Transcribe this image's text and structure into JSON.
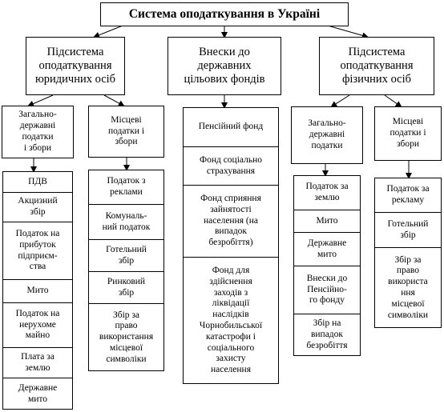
{
  "title": "Система оподаткування в Україні",
  "subsystems": {
    "legal": "Підсистема\nоподаткування\nюридичних осіб",
    "funds": "Внески до\nдержавних\nцільових фондів",
    "personal": "Підсистема\nоподаткування\nфізичних осіб"
  },
  "groups": {
    "legal_state": "Загально-\nдержавні\nподатки\nі збори",
    "legal_local": "Місцеві\nподатки і\nзбори",
    "personal_state": "Загально-\nдержавні\nподатки",
    "personal_local": "Місцеві\nподатки і\nзбори"
  },
  "lists": {
    "legal_state": [
      "ПДВ",
      "Акцизний\nзбір",
      "Податок на\nприбуток\nпідприєм-\nства",
      "Мито",
      "Податок на\nнерухоме\nмайно",
      "Плата за\nземлю",
      "Державне\nмито"
    ],
    "legal_local": [
      "Податок з\nреклами",
      "Комуналь-\nний податок",
      "Готельний\nзбір",
      "Ринковий\nзбір",
      "Збір за\nправо\nвикористання\nмісцевої\nсимволіки"
    ],
    "funds": [
      "Пенсійний фонд",
      "Фонд соціально\nстрахування",
      "Фонд сприяння\nзайнятості\nнаселення (на\nвипадок\nбезробіття)",
      "Фонд для\nздійснення\nзаходів з\nліквідації\nнаслідків\nЧорнобильської\nкатастрофи і\nсоціального\nзахисту\nнаселення"
    ],
    "personal_state": [
      "Податок за\nземлю",
      "Мито",
      "Державне\nмито",
      "Внески до\nПенсійно-\nго фонду",
      "Збір на\nвипадок\nбезробіття"
    ],
    "personal_local": [
      "Податок за\nрекламу",
      "Готельний\nзбір",
      "Збір за\nправо\nвикориста\nння\nмісцевої\nсимволіки"
    ]
  }
}
